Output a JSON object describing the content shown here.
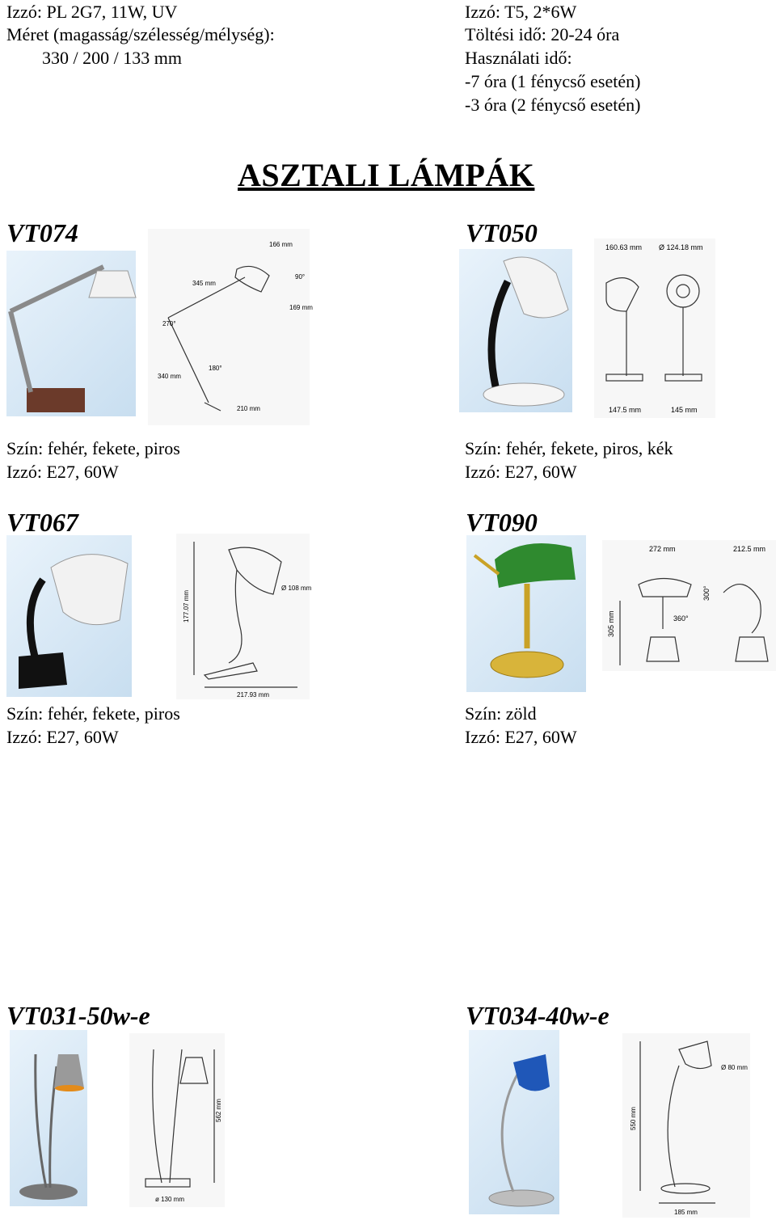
{
  "top_left": {
    "bulb": "Izzó: PL 2G7, 11W, UV",
    "size_label": "Méret (magasság/szélesség/mélység):",
    "size_value": "330 / 200 / 133 mm"
  },
  "top_right": {
    "bulb": "Izzó: T5, 2*6W",
    "charge": "Töltési idő: 20-24 óra",
    "usage_label": "Használati idő:",
    "usage_1": "-7 óra (1 fénycső esetén)",
    "usage_2": "-3 óra (2 fénycső esetén)"
  },
  "section_title": "ASZTALI LÁMPÁK",
  "products": {
    "vt074": {
      "code": "VT074",
      "color": "Szín: fehér, fekete, piros",
      "bulb": "Izzó: E27, 60W",
      "dims": [
        "166 mm",
        "345 mm",
        "169 mm",
        "340 mm",
        "210 mm",
        "270°",
        "180°",
        "90°"
      ]
    },
    "vt050": {
      "code": "VT050",
      "color": "Szín: fehér, fekete, piros, kék",
      "bulb": "Izzó: E27, 60W",
      "dims": [
        "160.63 mm",
        "Ø 124.18 mm",
        "147.5 mm",
        "145 mm"
      ]
    },
    "vt067": {
      "code": "VT067",
      "color": "Szín: fehér, fekete, piros",
      "bulb": "Izzó: E27, 60W",
      "dims": [
        "177.07 mm",
        "Ø 108 mm",
        "217.93 mm"
      ]
    },
    "vt090": {
      "code": "VT090",
      "color": "Szín: zöld",
      "bulb": "Izzó: E27, 60W",
      "dims": [
        "272 mm",
        "212.5 mm",
        "305 mm",
        "360°",
        "300°"
      ]
    },
    "vt031": {
      "code": "VT031-50w-e",
      "dims": [
        "562 mm",
        "ø 130 mm"
      ]
    },
    "vt034": {
      "code": "VT034-40w-e",
      "dims": [
        "550 mm",
        "Ø 80 mm",
        "185 mm"
      ]
    }
  }
}
